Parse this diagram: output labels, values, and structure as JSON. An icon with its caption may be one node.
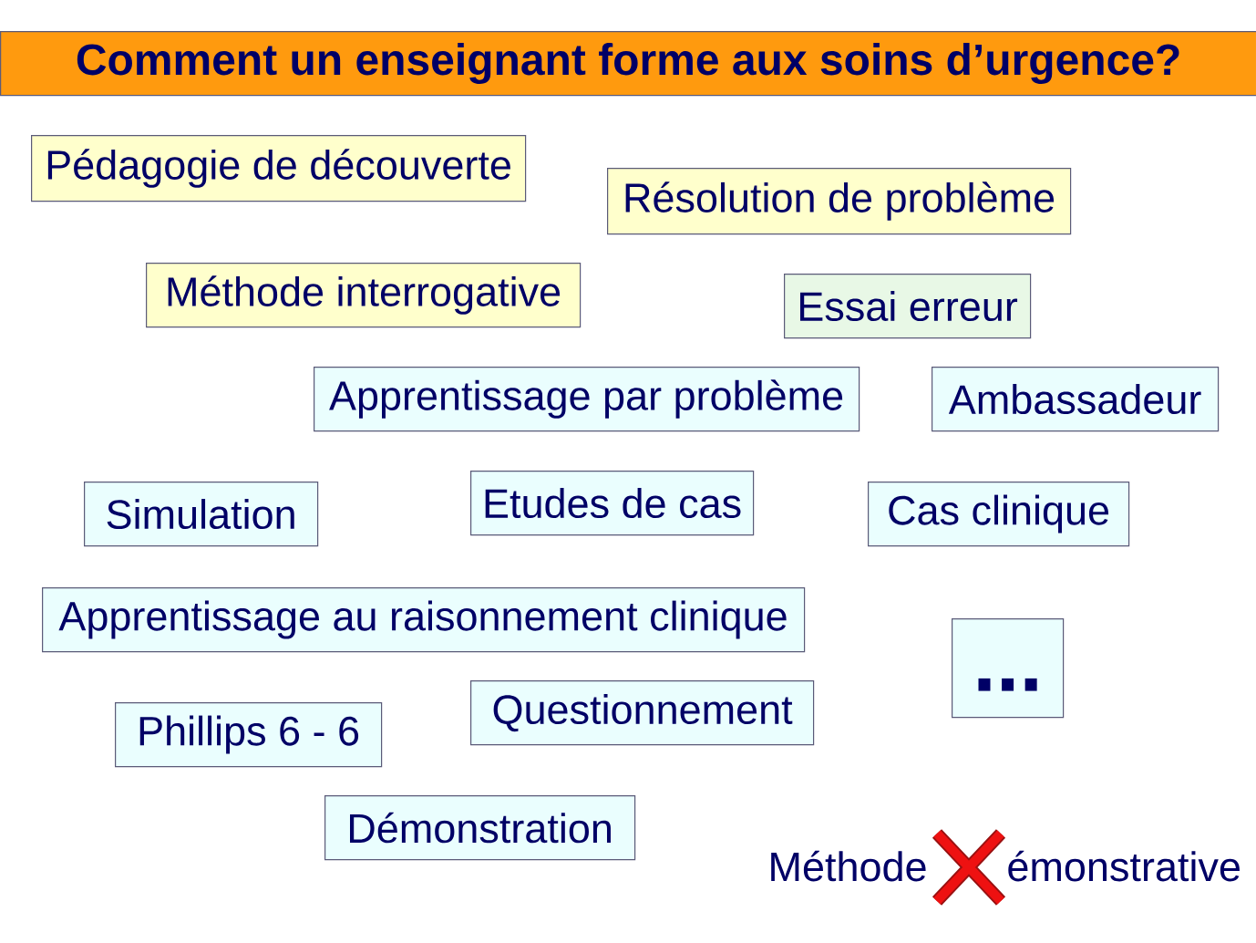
{
  "diagram": {
    "title": "Comment un enseignant forme aux soins d’urgence?",
    "nodes": [
      {
        "text": [
          "Pédagogie de découverte"
        ]
      },
      {
        "text": [
          "Résolution de problème"
        ]
      },
      {
        "text": [
          "Méthode interrogative"
        ]
      },
      {
        "text": [
          "Essai erreur"
        ]
      },
      {
        "text": [
          "Apprentissage par problème"
        ]
      },
      {
        "text": [
          "Ambassadeur"
        ]
      },
      {
        "text": [
          "Simulation"
        ]
      },
      {
        "text": [
          "Etudes de cas"
        ]
      },
      {
        "text": [
          "Cas clinique"
        ]
      },
      {
        "text": [
          "Apprentissage au raisonnement clinique"
        ]
      },
      {
        "text": [
          "..."
        ]
      },
      {
        "text": [
          "Phillips 6 - 6"
        ]
      },
      {
        "text": [
          "Questionnement"
        ]
      },
      {
        "text": [
          "Démonstration"
        ]
      }
    ],
    "labels": [
      "Méthode",
      "émonstrative"
    ]
  }
}
